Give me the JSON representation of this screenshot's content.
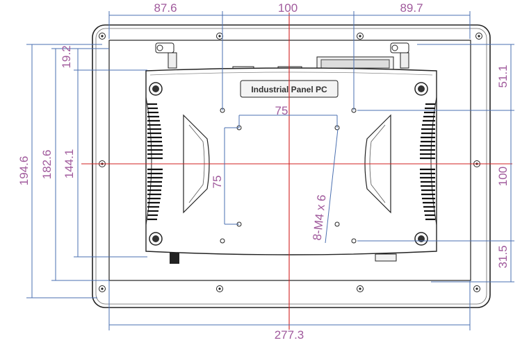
{
  "drawing": {
    "panel_label": "Industrial Panel PC",
    "thread_note": "8-M4 x 6"
  },
  "dimensions": {
    "top_left": "87.6",
    "top_center": "100",
    "top_right": "89.7",
    "bottom_width": "277.3",
    "left_outer_height": "194.6",
    "left_inner_height": "182.6",
    "left_body_height": "144.1",
    "left_top_offset": "19.2",
    "right_top": "51.1",
    "right_middle": "100",
    "right_bottom": "31.5",
    "vesa_horizontal": "75",
    "vesa_vertical": "75"
  }
}
